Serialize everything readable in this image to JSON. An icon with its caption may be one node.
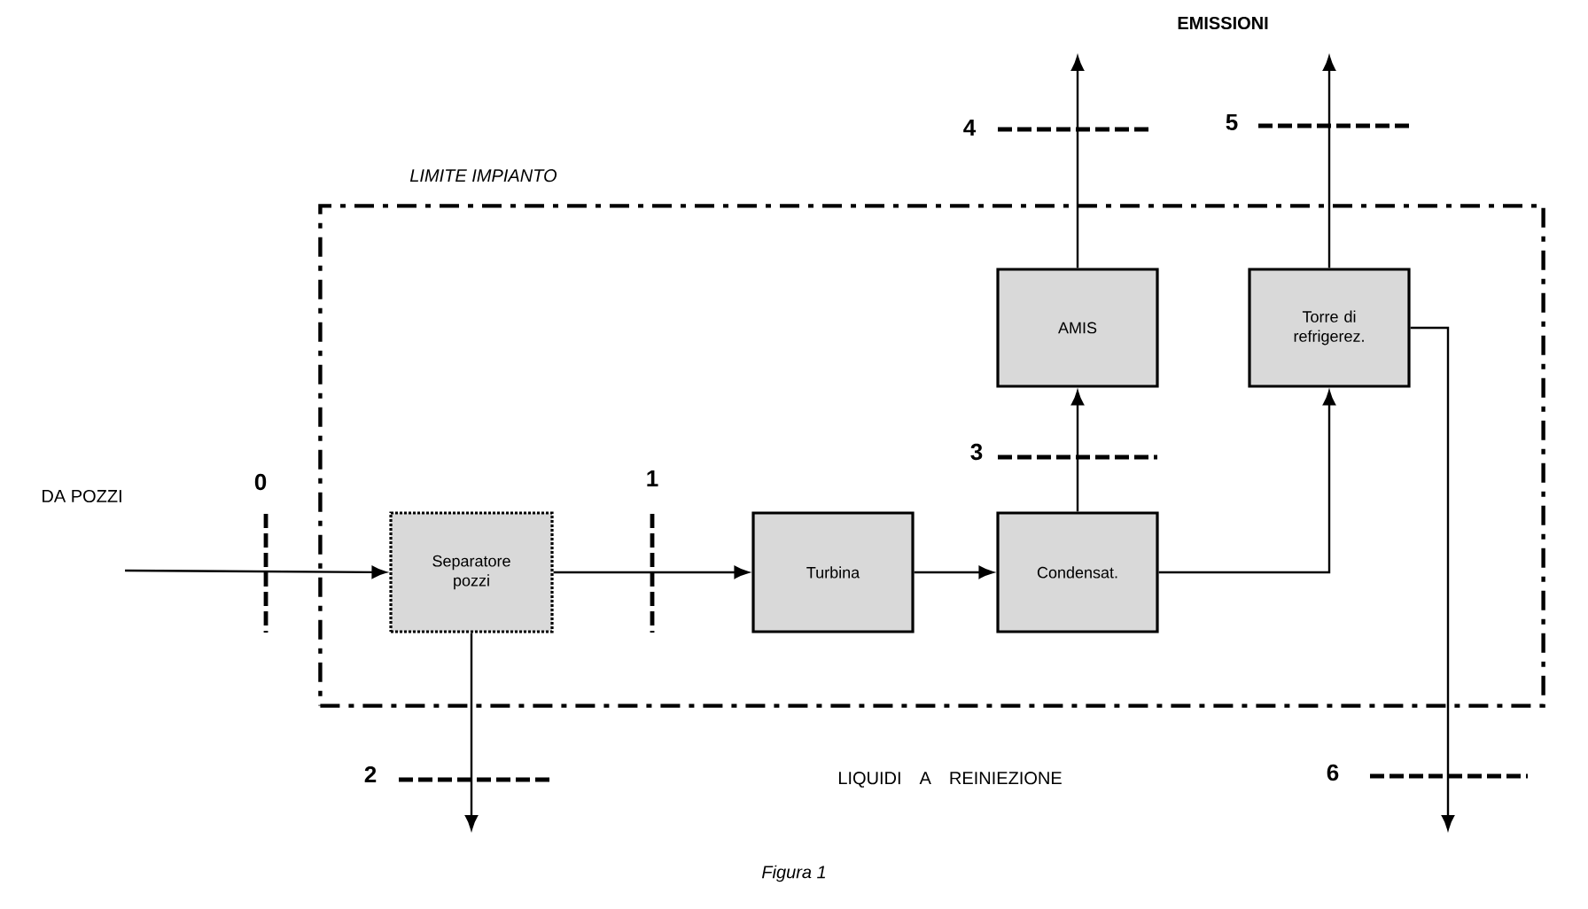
{
  "diagram": {
    "caption": "Figura 1",
    "nodes": [
      {
        "text": [
          "LIMITE IMPIANTO"
        ]
      },
      {
        "text": [
          "DA POZZI"
        ]
      },
      {
        "text": [
          "Separatore pozzi"
        ],
        "in": 0
      },
      {
        "text": [
          "Turbina"
        ],
        "in": 0
      },
      {
        "text": [
          "Condensat."
        ],
        "in": 0
      },
      {
        "text": [
          "AMIS"
        ],
        "in": 0
      },
      {
        "text": [
          "Torre di refrigerez."
        ],
        "in": 0
      }
    ],
    "edges": [
      {
        "from": 1,
        "to": 2,
        "arrow": "to"
      },
      {
        "from": 2,
        "to": 3,
        "arrow": "to"
      },
      {
        "from": 3,
        "to": 4,
        "arrow": "to"
      },
      {
        "from": 4,
        "to": 5,
        "arrow": "to"
      },
      {
        "from": 4,
        "to": 6,
        "arrow": "to"
      },
      {
        "from": 5,
        "to": null,
        "arrow": "to"
      },
      {
        "from": 6,
        "to": null,
        "arrow": "to"
      },
      {
        "from": 2,
        "to": null,
        "arrow": "to"
      },
      {
        "from": 6,
        "to": null,
        "arrow": "to"
      }
    ],
    "labels": [
      "EMISSIONI",
      "4",
      "5",
      "0",
      "1",
      "3",
      "2",
      "LIQUIDI A REINIEZIONE",
      "6"
    ]
  }
}
